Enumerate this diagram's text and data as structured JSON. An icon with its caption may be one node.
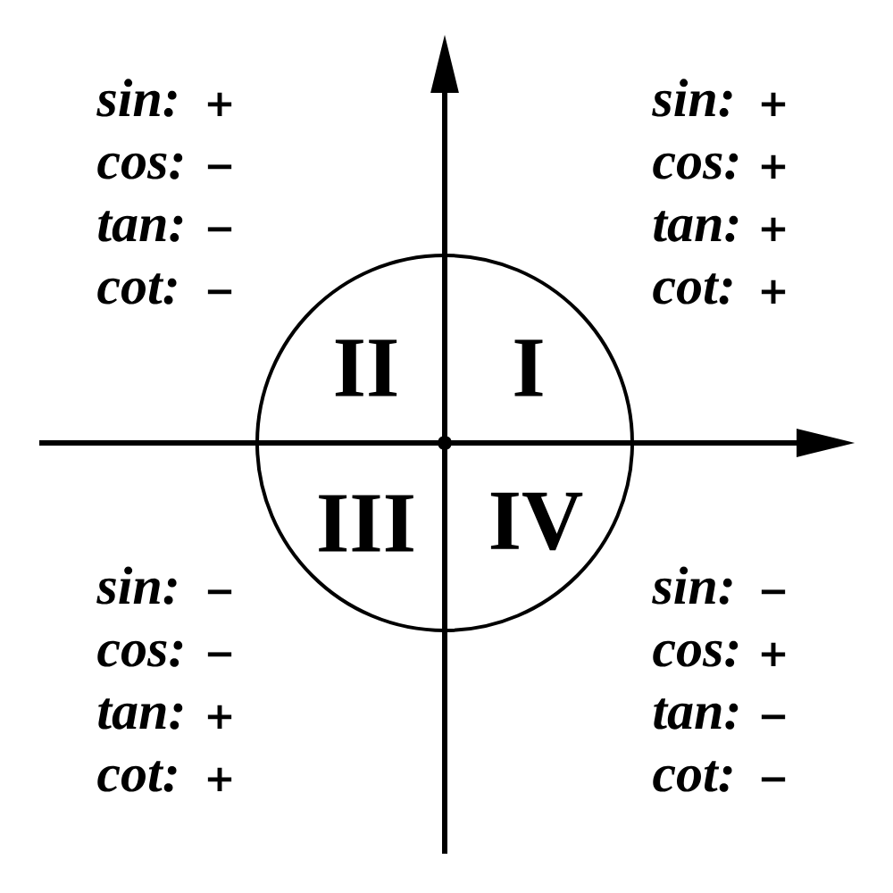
{
  "diagram": {
    "nodes": [
      {
        "text": [
          "II",
          "I",
          "III",
          "IV"
        ]
      }
    ],
    "labels": [
      "sin:",
      "+",
      "cos:",
      "−",
      "tan:",
      "−",
      "cot:",
      "−",
      "sin:",
      "+",
      "cos:",
      "+",
      "tan:",
      "+",
      "cot:",
      "+",
      "sin:",
      "−",
      "cos:",
      "−",
      "tan:",
      "+",
      "cot:",
      "+",
      "sin:",
      "−",
      "cos:",
      "+",
      "tan:",
      "−",
      "cot:",
      "−"
    ]
  }
}
